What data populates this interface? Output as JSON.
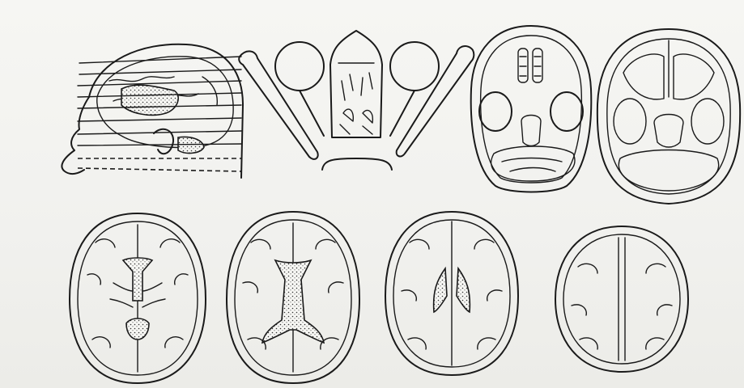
{
  "figure": {
    "panels": [
      {
        "id": "lateral-brain-with-slice-lines"
      },
      {
        "id": "skull-base-orbits-section"
      },
      {
        "id": "axial-slice-orbits-sinuses"
      },
      {
        "id": "axial-slice-posterior-fossa"
      },
      {
        "id": "axial-slice-third-ventricle"
      },
      {
        "id": "axial-slice-lateral-ventricles-low"
      },
      {
        "id": "axial-slice-lateral-ventricles-high"
      },
      {
        "id": "axial-slice-vertex"
      }
    ],
    "colors": {
      "ink": "#1a1a1a",
      "paper": "#f4f4f1"
    }
  }
}
